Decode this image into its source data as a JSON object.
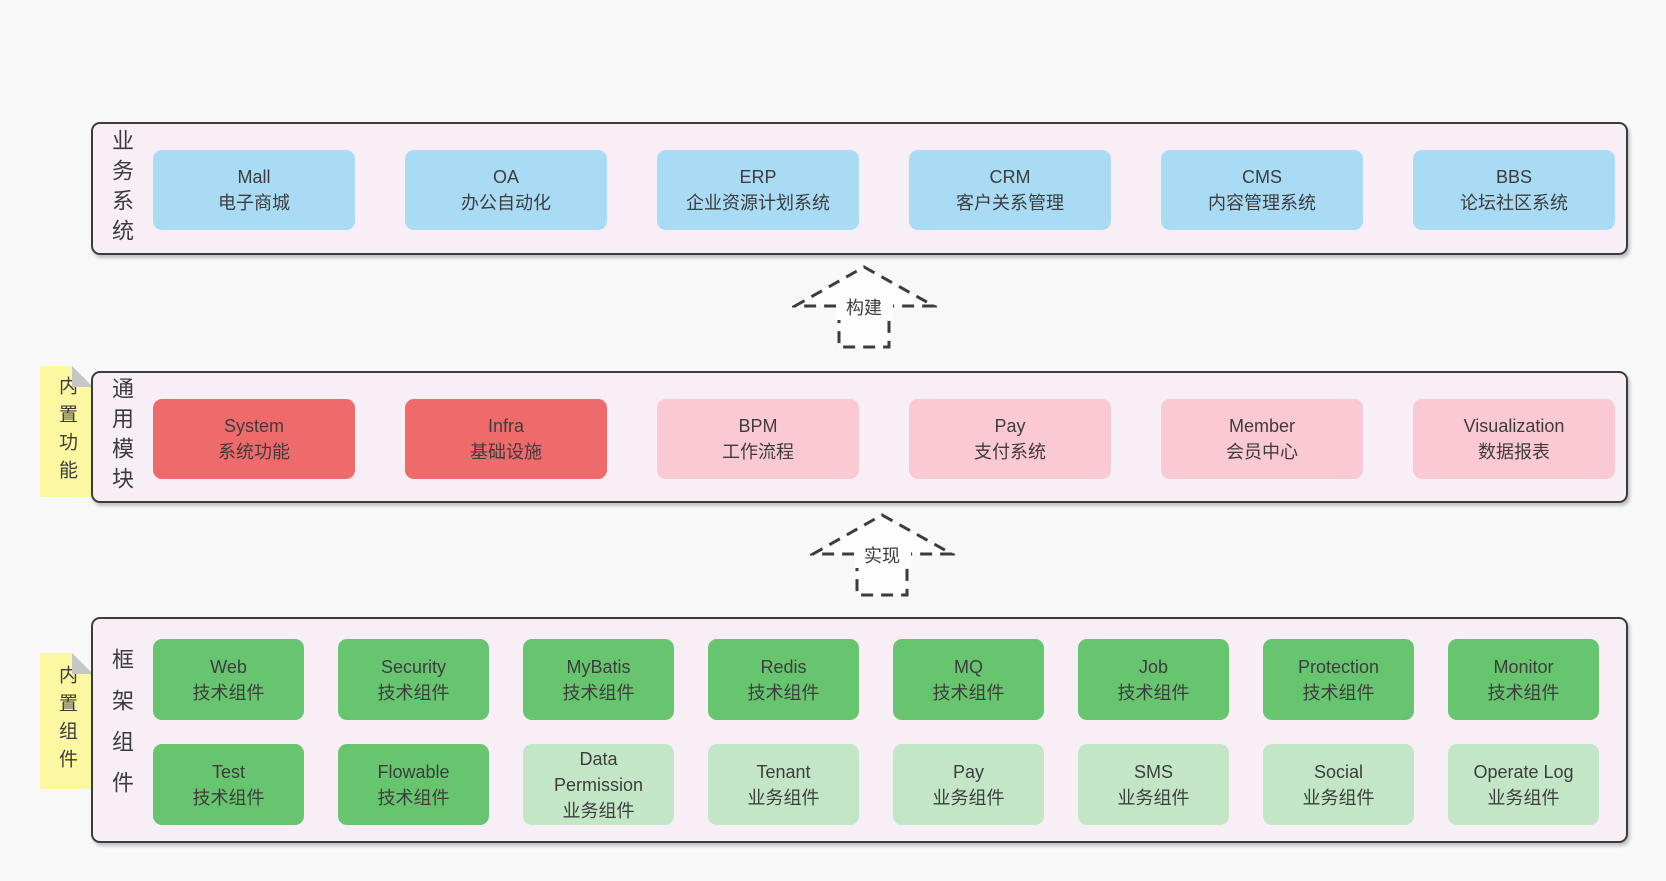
{
  "colors": {
    "page_background": "#f8f8f8",
    "layer_fill": "#f8eef6",
    "layer_border": "#3c3c3c",
    "box_blue": "#a9dbf5",
    "box_red": "#ef6b6b",
    "box_pink": "#fbc9d3",
    "box_green": "#68c56f",
    "box_light_green": "#c3e7c6",
    "sticky_note": "#fbf8a1",
    "note_fold": "#c6c6c6",
    "text": "#3d3d3d"
  },
  "arrows": [
    {
      "label": "构建"
    },
    {
      "label": "实现"
    }
  ],
  "layers": [
    {
      "label": "业务系统",
      "boxes": [
        {
          "name": "Mall",
          "desc": "电子商城"
        },
        {
          "name": "OA",
          "desc": "办公自动化"
        },
        {
          "name": "ERP",
          "desc": "企业资源计划系统"
        },
        {
          "name": "CRM",
          "desc": "客户关系管理"
        },
        {
          "name": "CMS",
          "desc": "内容管理系统"
        },
        {
          "name": "BBS",
          "desc": "论坛社区系统"
        }
      ]
    },
    {
      "label": "通用模块",
      "note": "内置功能",
      "boxes": [
        {
          "name": "System",
          "desc": "系统功能"
        },
        {
          "name": "Infra",
          "desc": "基础设施"
        },
        {
          "name": "BPM",
          "desc": "工作流程"
        },
        {
          "name": "Pay",
          "desc": "支付系统"
        },
        {
          "name": "Member",
          "desc": "会员中心"
        },
        {
          "name": "Visualization",
          "desc": "数据报表"
        }
      ]
    },
    {
      "label": "框架组件",
      "note": "内置组件",
      "boxes": [
        {
          "name": "Web",
          "desc": "技术组件"
        },
        {
          "name": "Security",
          "desc": "技术组件"
        },
        {
          "name": "MyBatis",
          "desc": "技术组件"
        },
        {
          "name": "Redis",
          "desc": "技术组件"
        },
        {
          "name": "MQ",
          "desc": "技术组件"
        },
        {
          "name": "Job",
          "desc": "技术组件"
        },
        {
          "name": "Protection",
          "desc": "技术组件"
        },
        {
          "name": "Monitor",
          "desc": "技术组件"
        },
        {
          "name": "Test",
          "desc": "技术组件"
        },
        {
          "name": "Flowable",
          "desc": "技术组件"
        },
        {
          "name": "Data Permission",
          "desc": "业务组件"
        },
        {
          "name": "Tenant",
          "desc": "业务组件"
        },
        {
          "name": "Pay",
          "desc": "业务组件"
        },
        {
          "name": "SMS",
          "desc": "业务组件"
        },
        {
          "name": "Social",
          "desc": "业务组件"
        },
        {
          "name": "Operate Log",
          "desc": "业务组件"
        }
      ]
    }
  ]
}
